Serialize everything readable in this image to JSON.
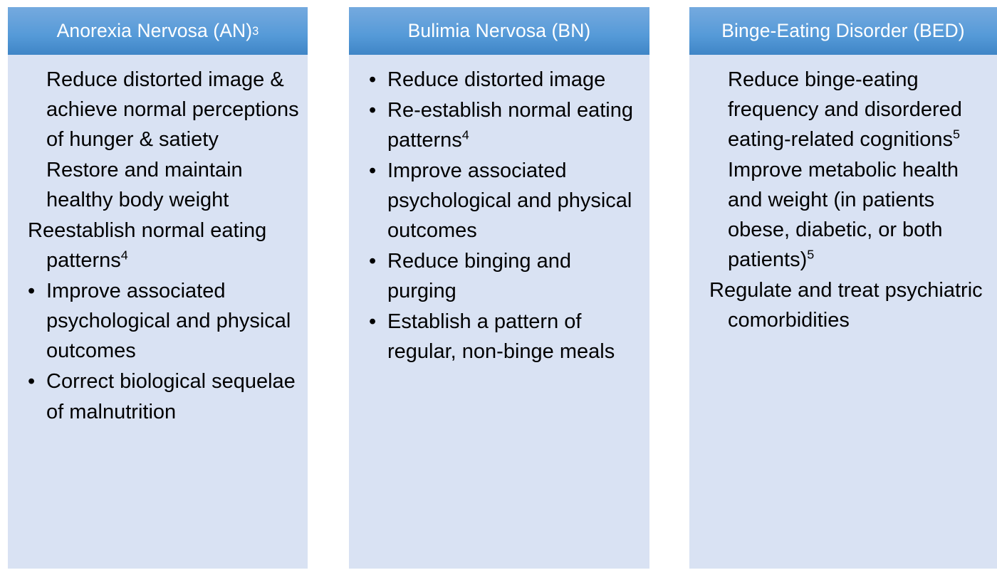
{
  "colors": {
    "header_gradient_top": "#74AADF",
    "header_gradient_bottom": "#3F85C6",
    "card_body_background": "#D9E2F3",
    "header_text": "#FFFFFF",
    "body_text": "#000000",
    "page_background": "#FFFFFF"
  },
  "columns": [
    {
      "id": "anorexia-nervosa",
      "header": {
        "label": "Anorexia Nervosa (AN)",
        "superscript": "3"
      },
      "items": [
        {
          "style": "plain",
          "text": "Reduce distorted image & achieve normal perceptions of hunger & satiety",
          "superscript": ""
        },
        {
          "style": "plain",
          "text": "Restore and maintain healthy body weight",
          "superscript": ""
        },
        {
          "style": "hanging",
          "text": "Reestablish normal eating patterns",
          "superscript": "4"
        },
        {
          "style": "bulleted",
          "text": "Improve associated psychological and physical outcomes",
          "superscript": ""
        },
        {
          "style": "bulleted",
          "text": "Correct biological sequelae of malnutrition",
          "superscript": ""
        }
      ]
    },
    {
      "id": "bulimia-nervosa",
      "header": {
        "label": "Bulimia Nervosa (BN)",
        "superscript": ""
      },
      "items": [
        {
          "style": "bulleted",
          "text": "Reduce distorted image",
          "superscript": ""
        },
        {
          "style": "bulleted",
          "text": "Re-establish normal eating patterns",
          "superscript": "4"
        },
        {
          "style": "bulleted",
          "text": "Improve associated psychological and physical outcomes",
          "superscript": ""
        },
        {
          "style": "bulleted",
          "text": "Reduce binging and purging",
          "superscript": ""
        },
        {
          "style": "bulleted",
          "text": "Establish a pattern of regular, non-binge meals",
          "superscript": ""
        }
      ]
    },
    {
      "id": "binge-eating-disorder",
      "header": {
        "label": "Binge-Eating Disorder (BED)",
        "superscript": ""
      },
      "items": [
        {
          "style": "plain",
          "text": "Reduce binge-eating frequency and disordered eating-related cognitions",
          "superscript": "5"
        },
        {
          "style": "plain",
          "text": "Improve metabolic health and weight (in patients  obese, diabetic, or both patients)",
          "superscript": "5"
        },
        {
          "style": "hanging",
          "text": "Regulate and treat psychiatric comorbidities",
          "superscript": ""
        }
      ]
    }
  ]
}
